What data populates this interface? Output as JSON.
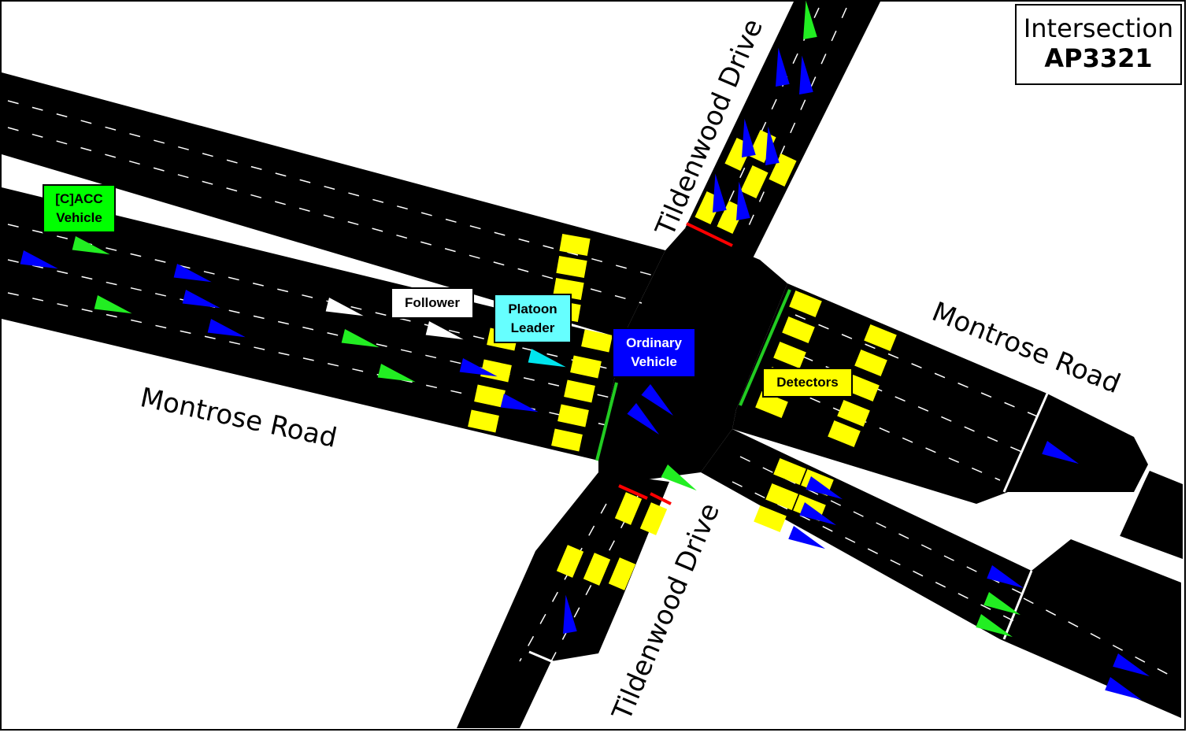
{
  "title": {
    "line1": "Intersection",
    "line2": "AP3321"
  },
  "roads": {
    "montrose_west": "Montrose Road",
    "montrose_east": "Montrose Road",
    "tildenwood_north": "Tildenwood Drive",
    "tildenwood_south": "Tildenwood Drive"
  },
  "legend": {
    "cacc": {
      "line1": "[C]ACC",
      "line2": "Vehicle",
      "color": "#00ff00"
    },
    "follower": {
      "text": "Follower",
      "color": "#ffffff"
    },
    "leader": {
      "line1": "Platoon",
      "line2": "Leader",
      "color": "#66ffff"
    },
    "ordinary": {
      "line1": "Ordinary",
      "line2": "Vehicle",
      "color": "#0000ff"
    },
    "detectors": {
      "text": "Detectors",
      "color": "#ffff00"
    }
  },
  "colors": {
    "road": "#000000",
    "detector": "#ffff00",
    "signal_red": "#ff0000",
    "signal_green": "#22cc22",
    "cacc": "#22ee22",
    "ordinary": "#0000ff",
    "leader": "#00e5ee",
    "follower": "#ffffff"
  }
}
